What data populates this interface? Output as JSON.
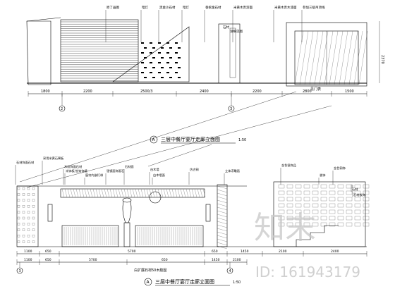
{
  "top_elevation": {
    "title": "三层中餐厅宴厅走廊立面图",
    "scale": "1:50",
    "circle_label": "A",
    "callouts": [
      "原了画图",
      "暗灯",
      "黑金沙石材",
      "暗灯",
      "香槟金石材",
      "米黄木贵漆面",
      "米黄木贵木漆面",
      "参加三级吊顶线"
    ],
    "notes": [
      "石材",
      "详细见图"
    ],
    "height_dim": "2370",
    "dims": [
      "1800",
      "2200",
      "2500/3",
      "2400",
      "2200",
      "2800",
      "1500"
    ],
    "door_label": "见门表",
    "axis_labels": [
      "2",
      "3"
    ]
  },
  "bottom_elevation": {
    "title": "三层中餐厅宴厅走廊立面图",
    "scale": "1:50",
    "circle_label": "A",
    "callouts": [
      "石材饰面石材",
      "采用米黄石膏板",
      "木纹饰面石材",
      "米饰板/金箔饰墙",
      "窗帘内嵌灯带",
      "银镜面饰面石",
      "石材面",
      "白木墙",
      "白木墙面",
      "仿古铜",
      "立体浮雕画",
      "金色银饰品",
      "香饰",
      "金色铜饰",
      "石材",
      "石材嵌饰"
    ],
    "dims_row1": [
      "1100",
      "650",
      "5700",
      "650",
      "1450",
      "2100",
      "2400"
    ],
    "dims_row2": [
      "1100",
      "650",
      "5700",
      "650",
      "1450",
      "2100"
    ],
    "footnote": "白扩展石材50木胶固",
    "axis_labels": [
      "3",
      "4"
    ]
  },
  "watermark": {
    "brand": "知末",
    "id_text": "ID: 161943179"
  }
}
